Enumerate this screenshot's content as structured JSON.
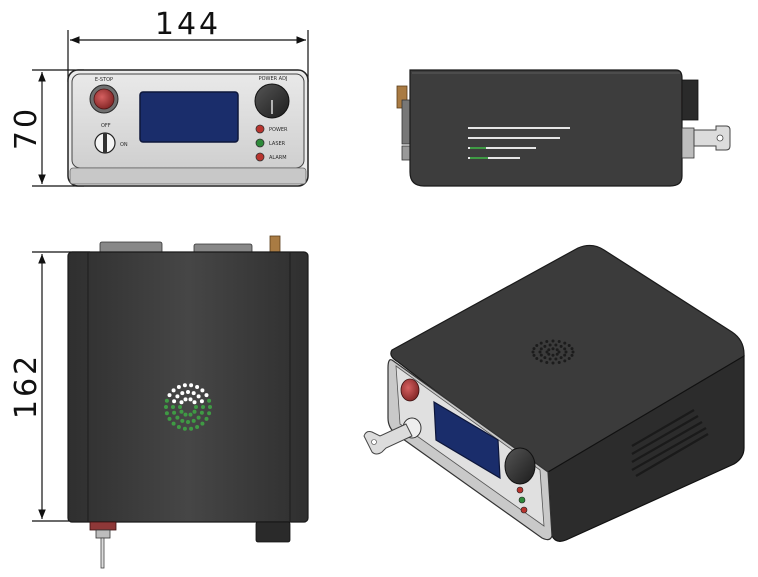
{
  "dimensions": {
    "width_label": "144",
    "height_label": "70",
    "depth_label": "162"
  },
  "front_panel": {
    "estop_label": "E-STOP",
    "power_adj_label": "POWER ADJ",
    "key_off_label": "OFF",
    "key_on_label": "ON",
    "indicators": [
      {
        "label": "POWER",
        "color": "#b8342e"
      },
      {
        "label": "LASER",
        "color": "#2e8a3a"
      },
      {
        "label": "ALARM",
        "color": "#b8342e"
      }
    ]
  },
  "colors": {
    "housing": "#3a3a3a",
    "housing_edge": "#1c1c1c",
    "face_plate": "#d9d9d9",
    "display": "#1a2d6b",
    "estop": "#b83a3a",
    "knob": "#2b2b2b",
    "vent_dots": "#3f9a44",
    "connector": "#a97b43"
  }
}
